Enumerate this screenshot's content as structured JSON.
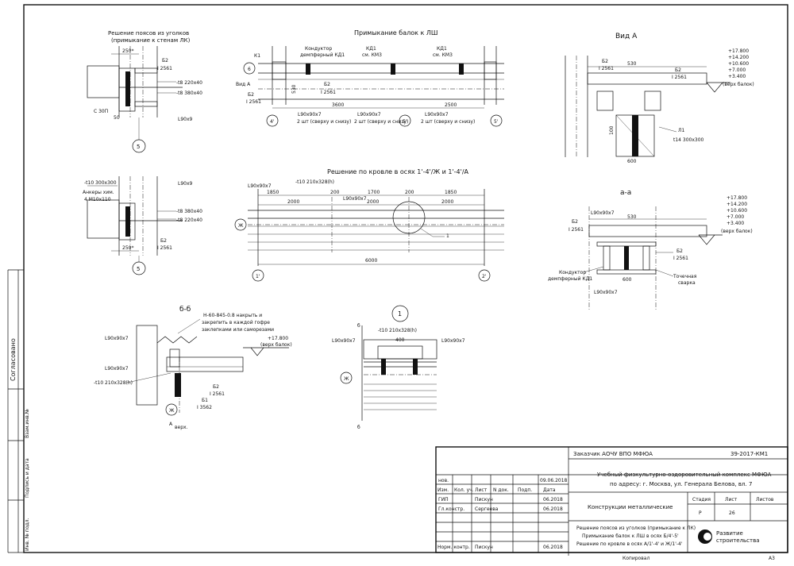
{
  "sections": {
    "belt_title_1": "Решение поясов из уголков",
    "belt_title_2": "(примыкание к стенам ЛК)",
    "joint_title": "Примыкание балок к ЛШ",
    "roof_title": "Решение по кровле в осях 1'-4'/Ж и 1'-4'/А",
    "view_a": "Вид А",
    "section_aa": "а-а",
    "section_bb": "б-б",
    "node_1": "1"
  },
  "labels": {
    "b2": "Б2",
    "i2561": "Ι 2561",
    "plate220": "-t8 220x40",
    "plate380": "-t8 380x40",
    "s30p": "С 30П",
    "l90x9": "L90x9",
    "dim250": "250*",
    "dim50": "50",
    "ax5": "5",
    "k1": "К1",
    "kd1": "КД1",
    "kd1_ref": "см. КМ3",
    "conductor_1": "Кондуктор",
    "conductor_2": "демпферный КД1",
    "view_a_short": "Вид А",
    "dim3600": "3600",
    "dim2500": "2500",
    "dim530": "530",
    "l90x90x7": "L90x90x7",
    "two_pcs": "2 шт (сверху и снизу)",
    "ax6": "6",
    "ax4p": "4'",
    "ax5p": "5'",
    "t10_300": "-t10 300x300",
    "anchors_1": "Анкеры хим.",
    "anchors_2": "4 М10x110",
    "t10_210": "-t10 210x328(h)",
    "dim1850": "1850",
    "dim2000": "2000",
    "dim200": "200",
    "dim1700": "1700",
    "dim6000": "6000",
    "ax_zh": "Ж",
    "ax1p": "1'",
    "ax2p": "2'",
    "callout1": "1",
    "levels": [
      "+17.800",
      "+14.200",
      "+10.600",
      "+7.000",
      "+3.400"
    ],
    "beam_top": "(верх балок)",
    "l1": "Л1",
    "t14": "t14 300x300",
    "dim600": "600",
    "dim100": "100",
    "spot_weld_1": "Точечная",
    "spot_weld_2": "сварка",
    "deck_note_1": "Н-60-845-0.8 накрыть и",
    "deck_note_2": "закрепить в каждой гофре",
    "deck_note_3": "заклепками или саморезами",
    "lvl17": "+17.800",
    "b1": "Б1",
    "i3562": "Ι 3562",
    "a_axis": "А",
    "vert": "верх.",
    "b_mark": "б",
    "dim400": "400"
  },
  "side_stamp": {
    "agreed": "Согласовано",
    "inv_replace": "Взам.инв.№",
    "sign_date": "Подпись и дата",
    "inv_orig": "Инв. № подл."
  },
  "title_block": {
    "customer": "Заказчик АОЧУ ВПО МФЮА",
    "doc_code": "39-2017-КМ1",
    "project_1": "Учебный физкультурно-оздоровительный комплекс МФЮА",
    "project_2": "по адресу: г. Москва, ул. Генерала Белова, вл. 7",
    "col_headers": [
      "Изм.",
      "Кол. уч.",
      "Лист",
      "N док.",
      "Подп.",
      "Дата"
    ],
    "row_nov": "нов.",
    "row_nov_date": "09.06.2018",
    "rows": [
      {
        "role": "ГИП",
        "name": "Пискун",
        "date": "06.2018"
      },
      {
        "role": "Гл.констр.",
        "name": "Сергеева",
        "date": "06.2018"
      },
      {
        "role": "Норм. контр.",
        "name": "Пискун",
        "date": "06.2018"
      }
    ],
    "section_name": "Конструкции металлические",
    "stage_headers": [
      "Стадия",
      "Лист",
      "Листов"
    ],
    "stage": "Р",
    "sheet": "26",
    "sheets": "",
    "sheet_title_1": "Решение поясов из уголков (примыкание к ЛК)",
    "sheet_title_2": "Примыкание балок к ЛШ в осях Б/4'-5'",
    "sheet_title_3": "Решение по кровле в осях А/1'-4' и Ж/1'-4'",
    "company_1": "Развитие",
    "company_2": "строительства",
    "copied": "Копировал",
    "format": "А3"
  }
}
